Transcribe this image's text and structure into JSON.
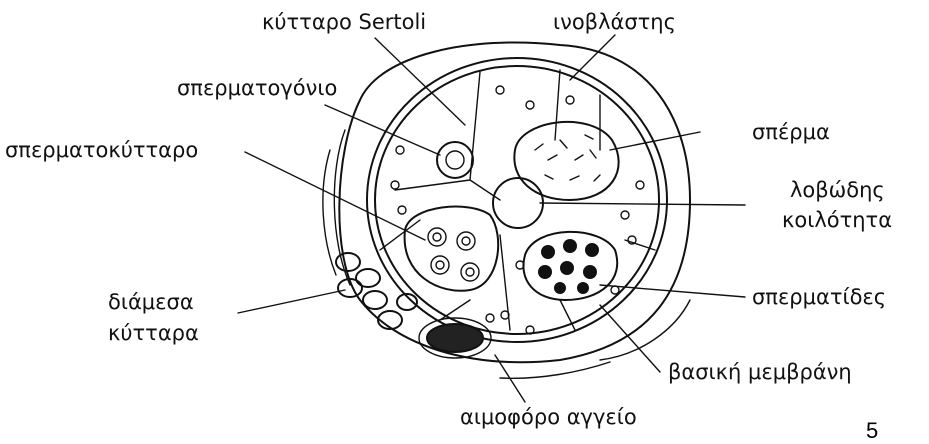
{
  "labels": {
    "sertoli": "κύτταρο Sertoli",
    "fibroblast": "ινοβλάστης",
    "spermatogonium": "σπερματογόνιο",
    "spermatocyte": "σπερματοκύτταρο",
    "sperm": "σπέρμα",
    "lumen_line1": "λοβώδης",
    "lumen_line2": "κοιλότητα",
    "interstitial_line1": "διάμεσα",
    "interstitial_line2": "κύτταρα",
    "spermatids": "σπερματίδες",
    "basement_membrane": "βασική μεμβράνη",
    "blood_vessel": "αιμοφόρο αγγείο"
  },
  "page_number": "5"
}
